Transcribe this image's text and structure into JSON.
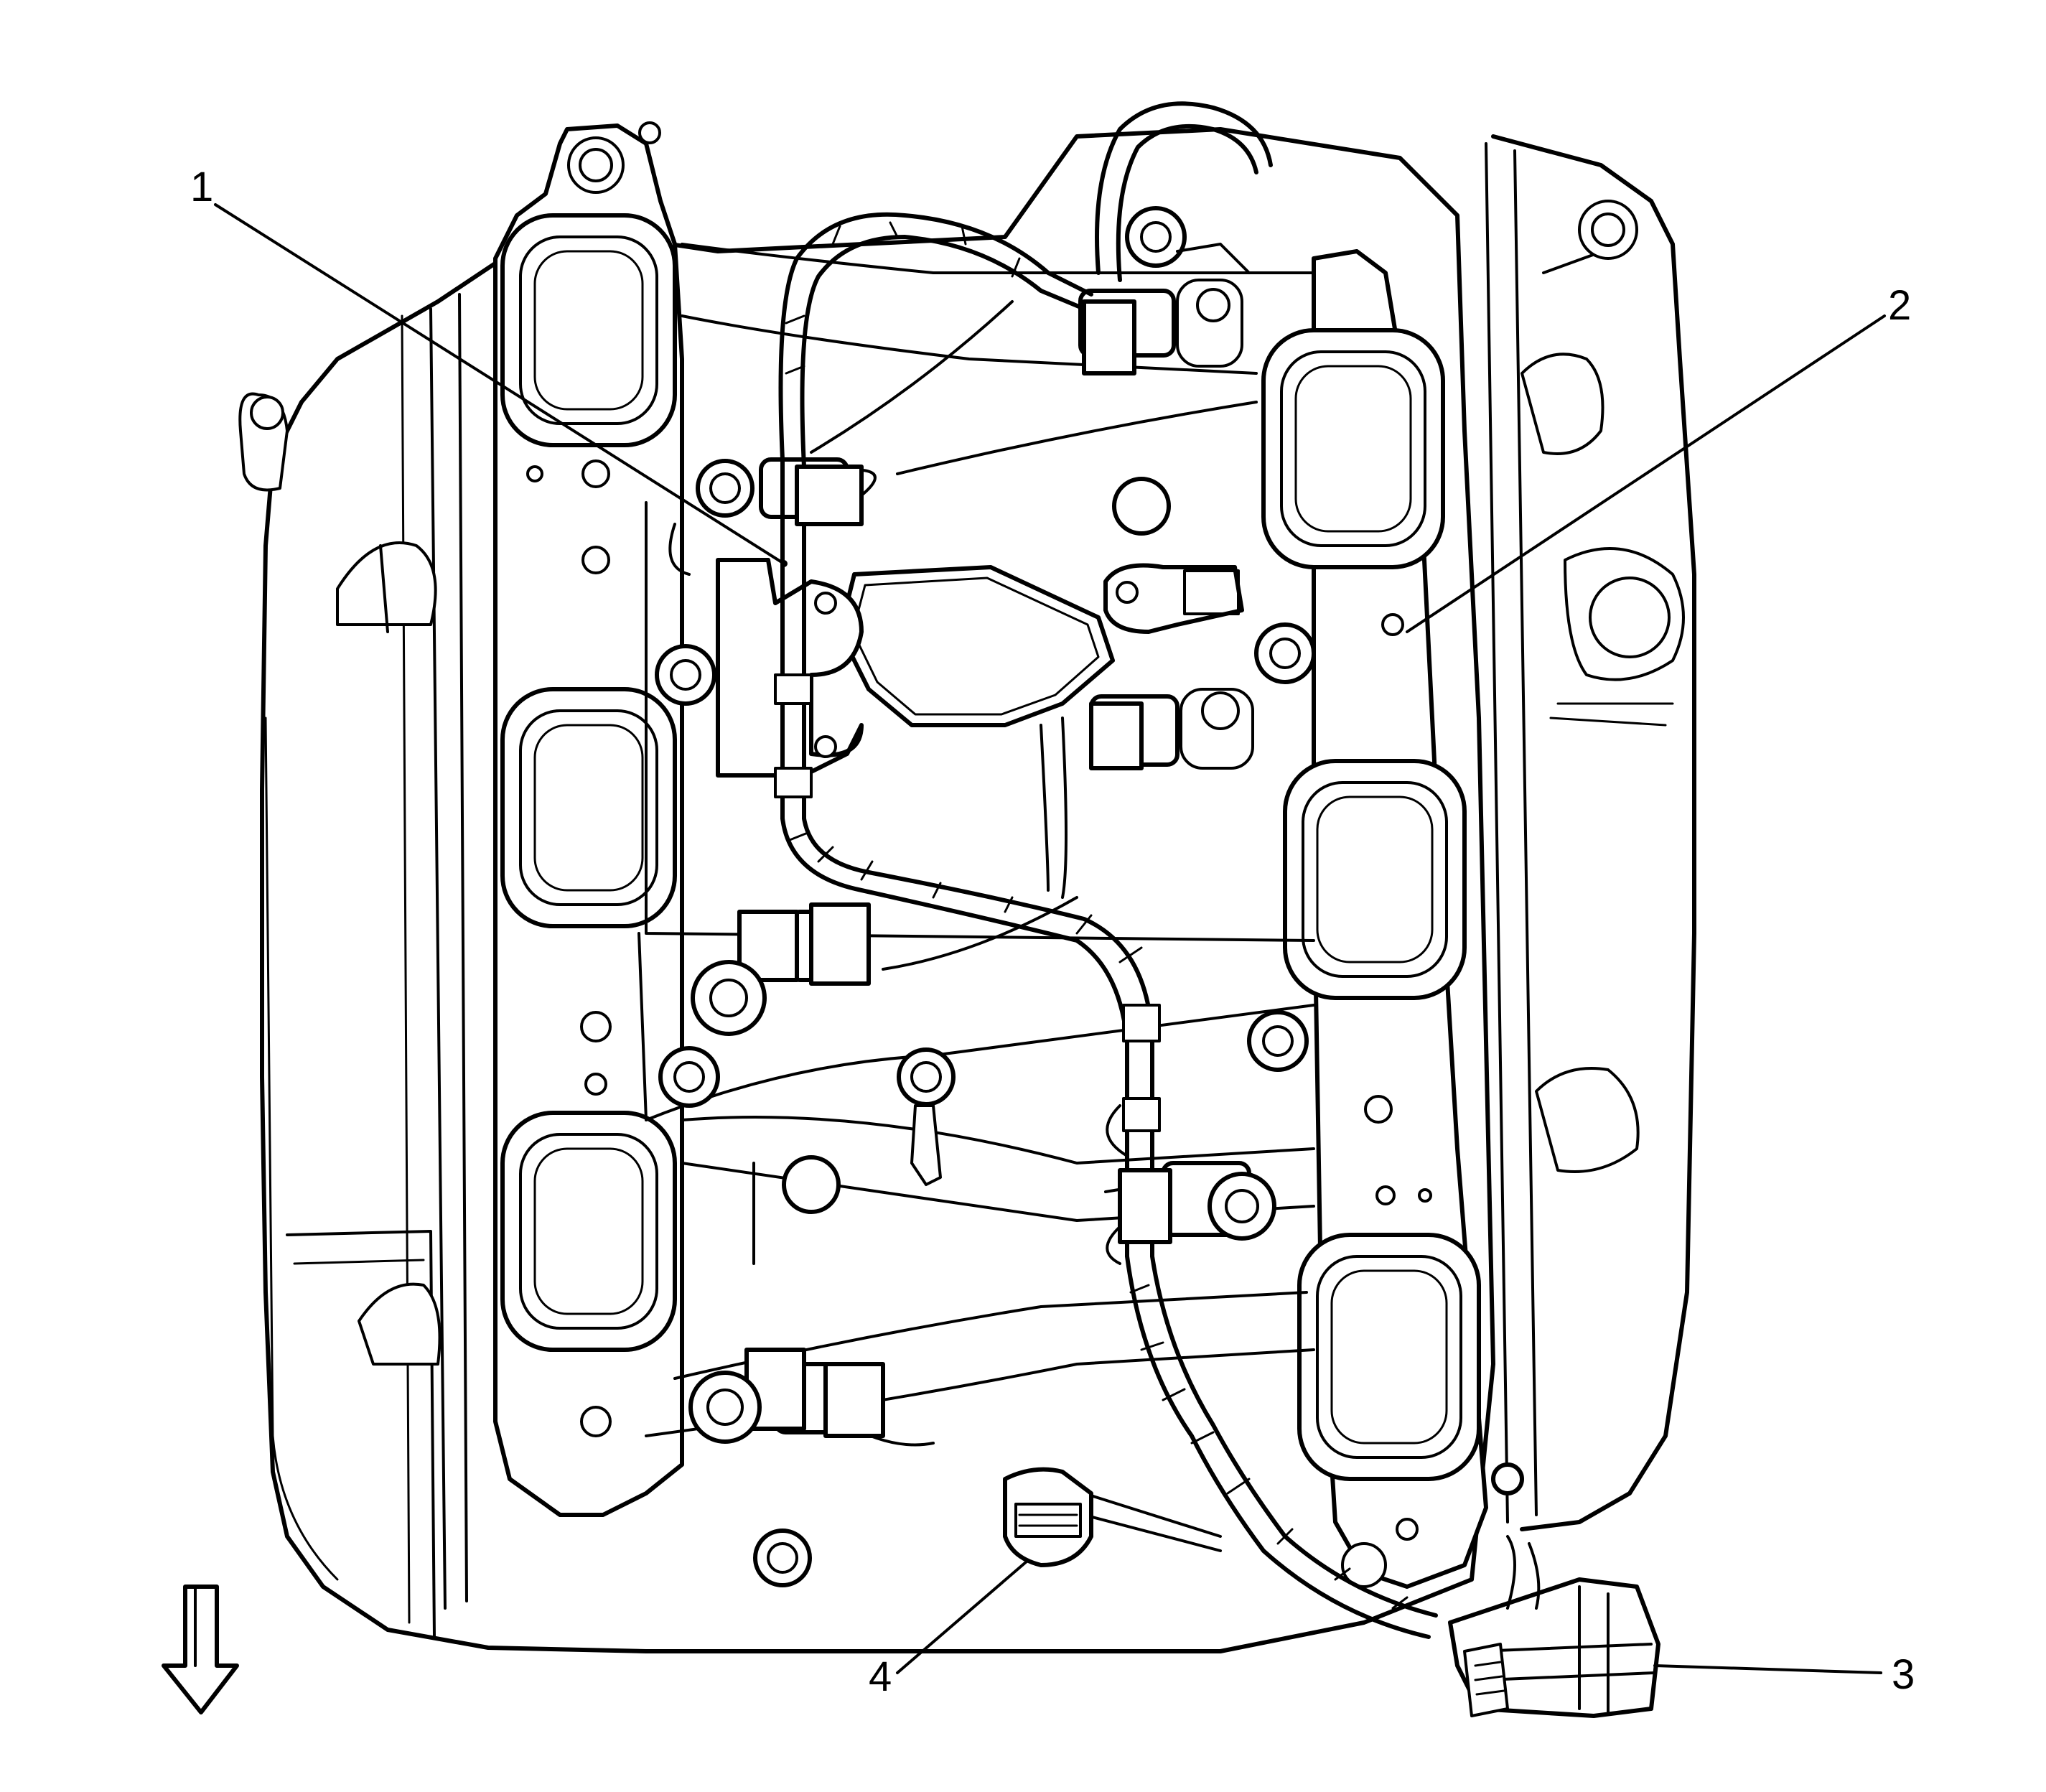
{
  "diagram": {
    "callouts": [
      {
        "id": "1",
        "label": "1"
      },
      {
        "id": "2",
        "label": "2"
      },
      {
        "id": "3",
        "label": "3"
      },
      {
        "id": "4",
        "label": "4"
      }
    ],
    "orientation_arrow": {
      "direction": "down"
    },
    "colors": {
      "line": "#000000",
      "background": "#ffffff"
    }
  }
}
